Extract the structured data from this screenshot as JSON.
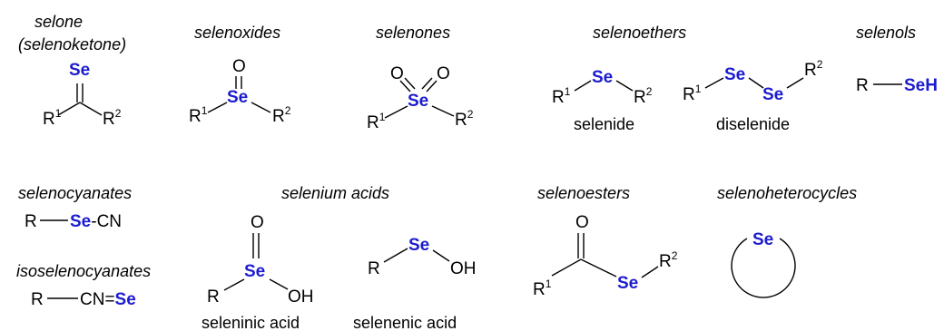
{
  "colors": {
    "selenium": "#1c1ccf",
    "text": "#000000"
  },
  "categories": {
    "selone": "selone",
    "selone_alt": "(selenoketone)",
    "selenoxides": "selenoxides",
    "selenones": "selenones",
    "selenoethers": "selenoethers",
    "selenols": "selenols",
    "selenocyanates": "selenocyanates",
    "isoselenocyanates": "isoselenocyanates",
    "selenium_acids": "selenium acids",
    "selenoesters": "selenoesters",
    "selenoheterocycles": "selenoheterocycles"
  },
  "labels": {
    "selenide": "selenide",
    "diselenide": "diselenide",
    "seleninic_acid": "seleninic acid",
    "selenenic_acid": "selenenic acid"
  },
  "atoms": {
    "se": "Se",
    "seh": "SeH",
    "r": "R",
    "r_base": "R",
    "sub1": "1",
    "sub2": "2",
    "o": "O",
    "oh": "OH",
    "cn_prefix": "-CN",
    "cn_iso": "CN=",
    "hyphen": "-"
  }
}
